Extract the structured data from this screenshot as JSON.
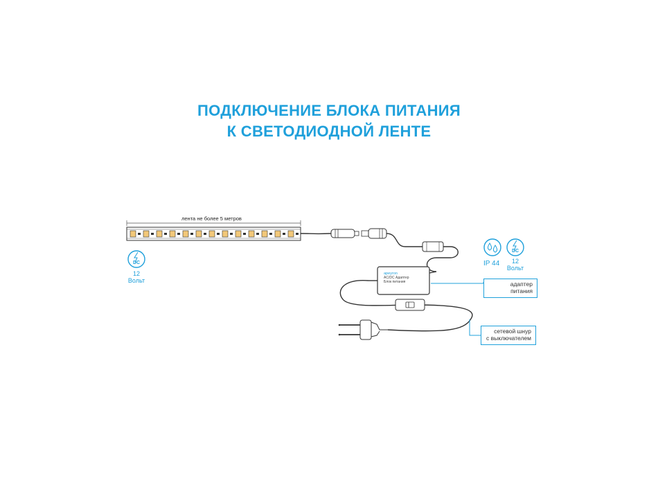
{
  "title": {
    "line1": "ПОДКЛЮЧЕНИЕ БЛОКА ПИТАНИЯ",
    "line2": "К СВЕТОДИОДНОЙ ЛЕНТЕ"
  },
  "strip": {
    "length_label": "лента не более 5 метров"
  },
  "strip_voltage": {
    "badge": "DC",
    "value": "12",
    "unit": "Вольт"
  },
  "adapter_specs": {
    "ip_rating": "IP 44",
    "dc_badge": "DC",
    "voltage_value": "12",
    "voltage_unit": "Вольт"
  },
  "adapter_box": {
    "brand": "apeyron",
    "line1": "AC/DC Адаптер",
    "line2": "Блок питания"
  },
  "callouts": {
    "adapter_line1": "адаптер",
    "adapter_line2": "питания",
    "cord_line1": "сетевой шнур",
    "cord_line2": "с выключателем"
  },
  "colors": {
    "accent": "#1fa0db",
    "line": "#333333",
    "led": "#f2c879"
  },
  "icons": [
    "lightning-icon",
    "water-drops-icon",
    "euro-plug-icon",
    "switch-icon"
  ]
}
